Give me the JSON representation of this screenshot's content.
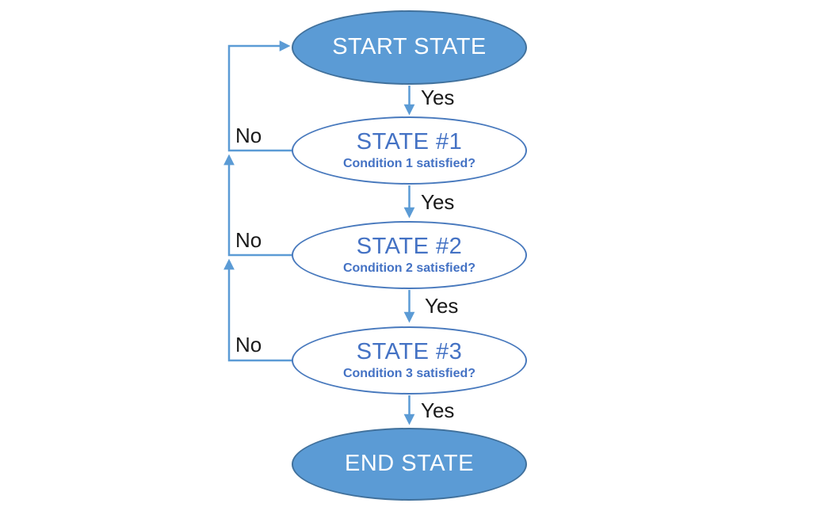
{
  "diagram": {
    "type": "flowchart",
    "nodes": [
      {
        "id": "start-state",
        "title": "START STATE",
        "subtitle": "",
        "kind": "terminal"
      },
      {
        "id": "state-1",
        "title": "STATE #1",
        "subtitle": "Condition 1 satisfied?",
        "kind": "state"
      },
      {
        "id": "state-2",
        "title": "STATE #2",
        "subtitle": "Condition 2 satisfied?",
        "kind": "state"
      },
      {
        "id": "state-3",
        "title": "STATE #3",
        "subtitle": "Condition 3 satisfied?",
        "kind": "state"
      },
      {
        "id": "end-state",
        "title": "END STATE",
        "subtitle": "",
        "kind": "terminal"
      }
    ],
    "edge_labels": {
      "yes": [
        "Yes",
        "Yes",
        "Yes",
        "Yes"
      ],
      "no": [
        "No",
        "No",
        "No"
      ]
    },
    "edges": [
      {
        "from": "start-state",
        "to": "state-1",
        "label": "Yes"
      },
      {
        "from": "state-1",
        "to": "state-2",
        "label": "Yes"
      },
      {
        "from": "state-2",
        "to": "state-3",
        "label": "Yes"
      },
      {
        "from": "state-3",
        "to": "end-state",
        "label": "Yes"
      },
      {
        "from": "state-1",
        "to": "start-state",
        "label": "No"
      },
      {
        "from": "state-2",
        "to": "state-1",
        "label": "No"
      },
      {
        "from": "state-3",
        "to": "state-2",
        "label": "No"
      }
    ],
    "colors": {
      "terminal_fill": "#5B9BD5",
      "terminal_border": "#41719C",
      "terminal_text": "#FFFFFF",
      "state_border": "#4879BD",
      "state_text": "#4472C4",
      "connector": "#5B9BD5",
      "edge_label_text": "#1A1A1A",
      "background": "#FFFFFF"
    }
  }
}
